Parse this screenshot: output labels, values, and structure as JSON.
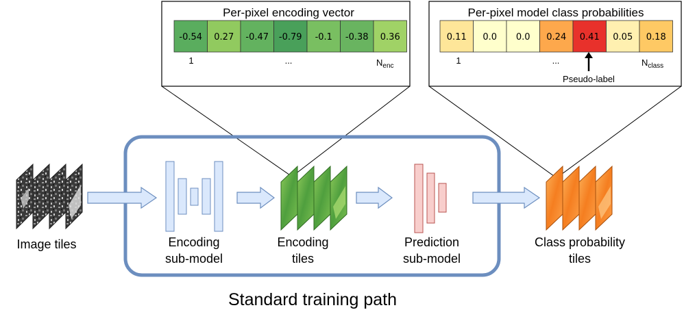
{
  "encoding_vector": {
    "title": "Per-pixel encoding vector",
    "cells": [
      {
        "value": "-0.54",
        "color": "#5aad5e"
      },
      {
        "value": "0.27",
        "color": "#91ca5f"
      },
      {
        "value": "-0.47",
        "color": "#63b25f"
      },
      {
        "value": "-0.79",
        "color": "#49a05a"
      },
      {
        "value": "-0.1",
        "color": "#79bf61"
      },
      {
        "value": "-0.38",
        "color": "#69b460"
      },
      {
        "value": "0.36",
        "color": "#a0d266"
      }
    ],
    "index_first": "1",
    "index_ellipsis": "...",
    "index_last_base": "N",
    "index_last_sub": "enc"
  },
  "class_probabilities": {
    "title": "Per-pixel model class probabilities",
    "cells": [
      {
        "value": "0.11",
        "color": "#fee699"
      },
      {
        "value": "0.0",
        "color": "#ffffcc"
      },
      {
        "value": "0.0",
        "color": "#ffffcc"
      },
      {
        "value": "0.24",
        "color": "#fda84c"
      },
      {
        "value": "0.41",
        "color": "#e8312b"
      },
      {
        "value": "0.05",
        "color": "#fff0b0"
      },
      {
        "value": "0.18",
        "color": "#fec964"
      }
    ],
    "index_first": "1",
    "index_ellipsis": "...",
    "index_last_base": "N",
    "index_last_sub": "class",
    "pseudo_label": "Pseudo-label"
  },
  "labels": {
    "image_tiles": "Image tiles",
    "encoding_submodel_1": "Encoding",
    "encoding_submodel_2": "sub-model",
    "encoding_tiles_1": "Encoding",
    "encoding_tiles_2": "tiles",
    "prediction_submodel_1": "Prediction",
    "prediction_submodel_2": "sub-model",
    "class_tiles_1": "Class probability",
    "class_tiles_2": "tiles",
    "training_path": "Standard training path"
  },
  "colors": {
    "training_box": "#6c8ebf",
    "encoder_fill": "#dae8fc",
    "encoder_stroke": "#6c8ebf",
    "predictor_fill": "#f8cecc",
    "predictor_stroke": "#b85450",
    "arrow_fill": "#dae8fc",
    "encoding_tile": "#5fae45",
    "class_tile": "#f98a2a"
  },
  "icons": {
    "flow_arrow": "block-arrow-right",
    "pseudo_label_arrow": "arrow-up"
  }
}
